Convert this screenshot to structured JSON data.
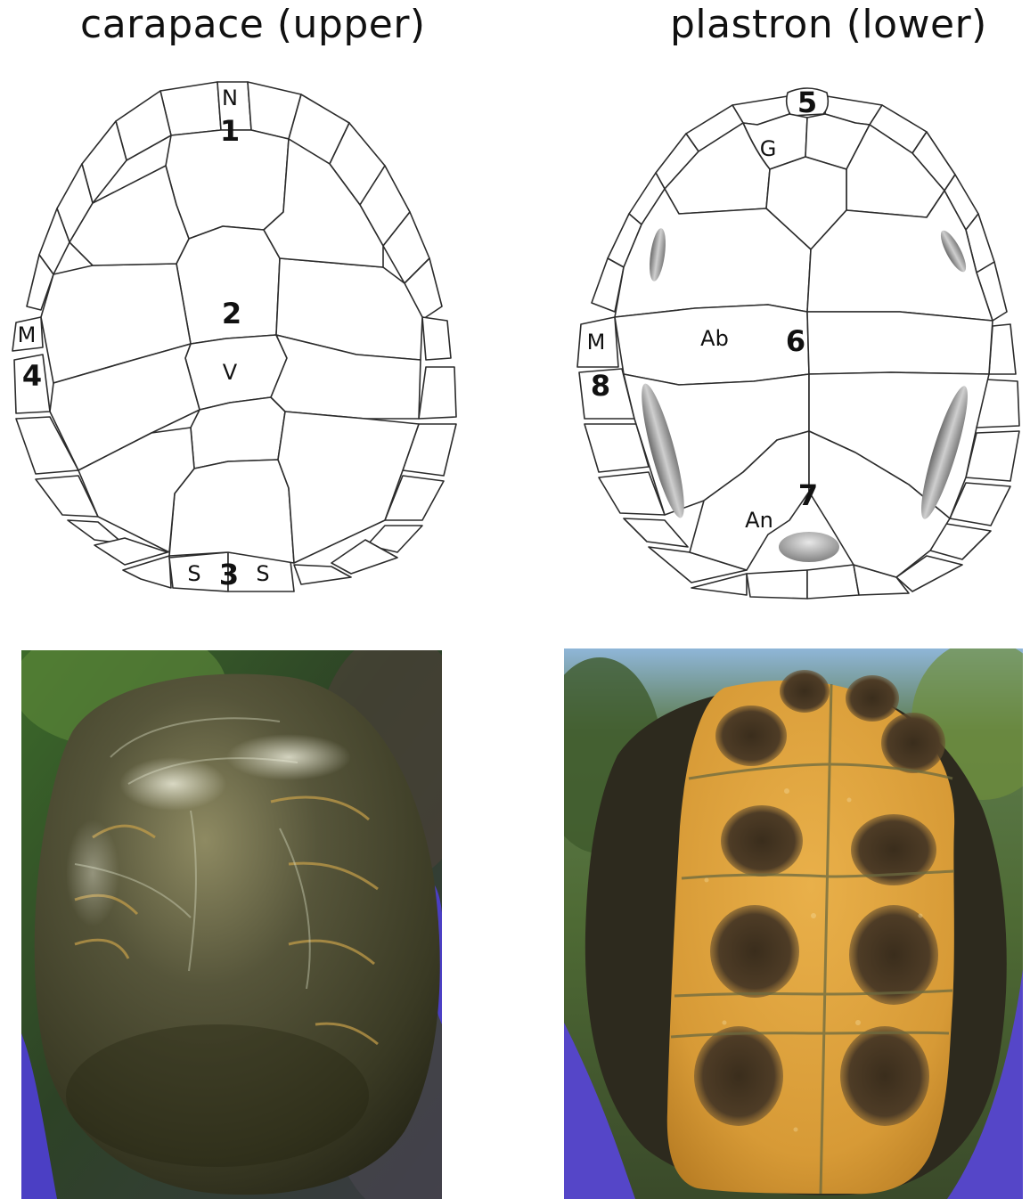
{
  "titles": {
    "carapace": "carapace (upper)",
    "plastron": "plastron (lower)"
  },
  "carapace_labels": {
    "nuchal": "N",
    "vertebral": "V",
    "marginal": "M",
    "supracaudal_left": "S",
    "supracaudal_right": "S",
    "n1": "1",
    "n2": "2",
    "n3": "3",
    "n4": "4"
  },
  "plastron_labels": {
    "gular": "G",
    "abdominal": "Ab",
    "anal": "An",
    "marginal": "M",
    "n5": "5",
    "n6": "6",
    "n7": "7",
    "n8": "8"
  },
  "colors": {
    "line": "#2b2b2b",
    "carapace_shell": "#3d3f22",
    "plastron_yellow": "#e0a53c",
    "plastron_blotch": "#4a3a24",
    "glove": "#5b48c8"
  }
}
